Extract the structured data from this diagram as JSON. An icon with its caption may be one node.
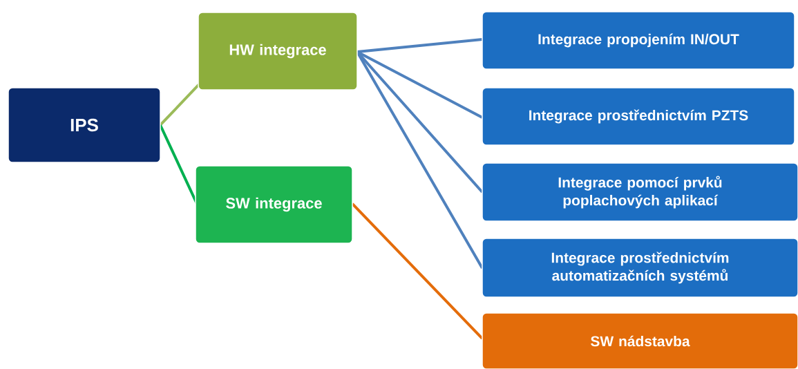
{
  "diagram": {
    "nodes": [
      {
        "text": [
          "IPS"
        ]
      },
      {
        "text": [
          "HW integrace"
        ]
      },
      {
        "text": [
          "SW integrace"
        ]
      },
      {
        "text": [
          "Integrace propojením IN/OUT"
        ]
      },
      {
        "text": [
          "Integrace prostřednictvím PZTS"
        ]
      },
      {
        "text": [
          "Integrace pomocí prvků poplachových aplikací"
        ]
      },
      {
        "text": [
          "Integrace prostřednictvím automatizačních systémů"
        ]
      },
      {
        "text": [
          "SW nádstavba"
        ]
      }
    ],
    "edges": [
      {
        "from": 0,
        "to": 1,
        "arrow": "none",
        "color": "#9bbb59"
      },
      {
        "from": 0,
        "to": 2,
        "arrow": "none",
        "color": "#00b050"
      },
      {
        "from": 1,
        "to": 3,
        "arrow": "none"
      },
      {
        "from": 1,
        "to": 4,
        "arrow": "none"
      },
      {
        "from": 1,
        "to": 5,
        "arrow": "none"
      },
      {
        "from": 1,
        "to": 6,
        "arrow": "none"
      },
      {
        "from": 2,
        "to": 7,
        "arrow": "none",
        "color": "#e46c0a"
      }
    ]
  }
}
